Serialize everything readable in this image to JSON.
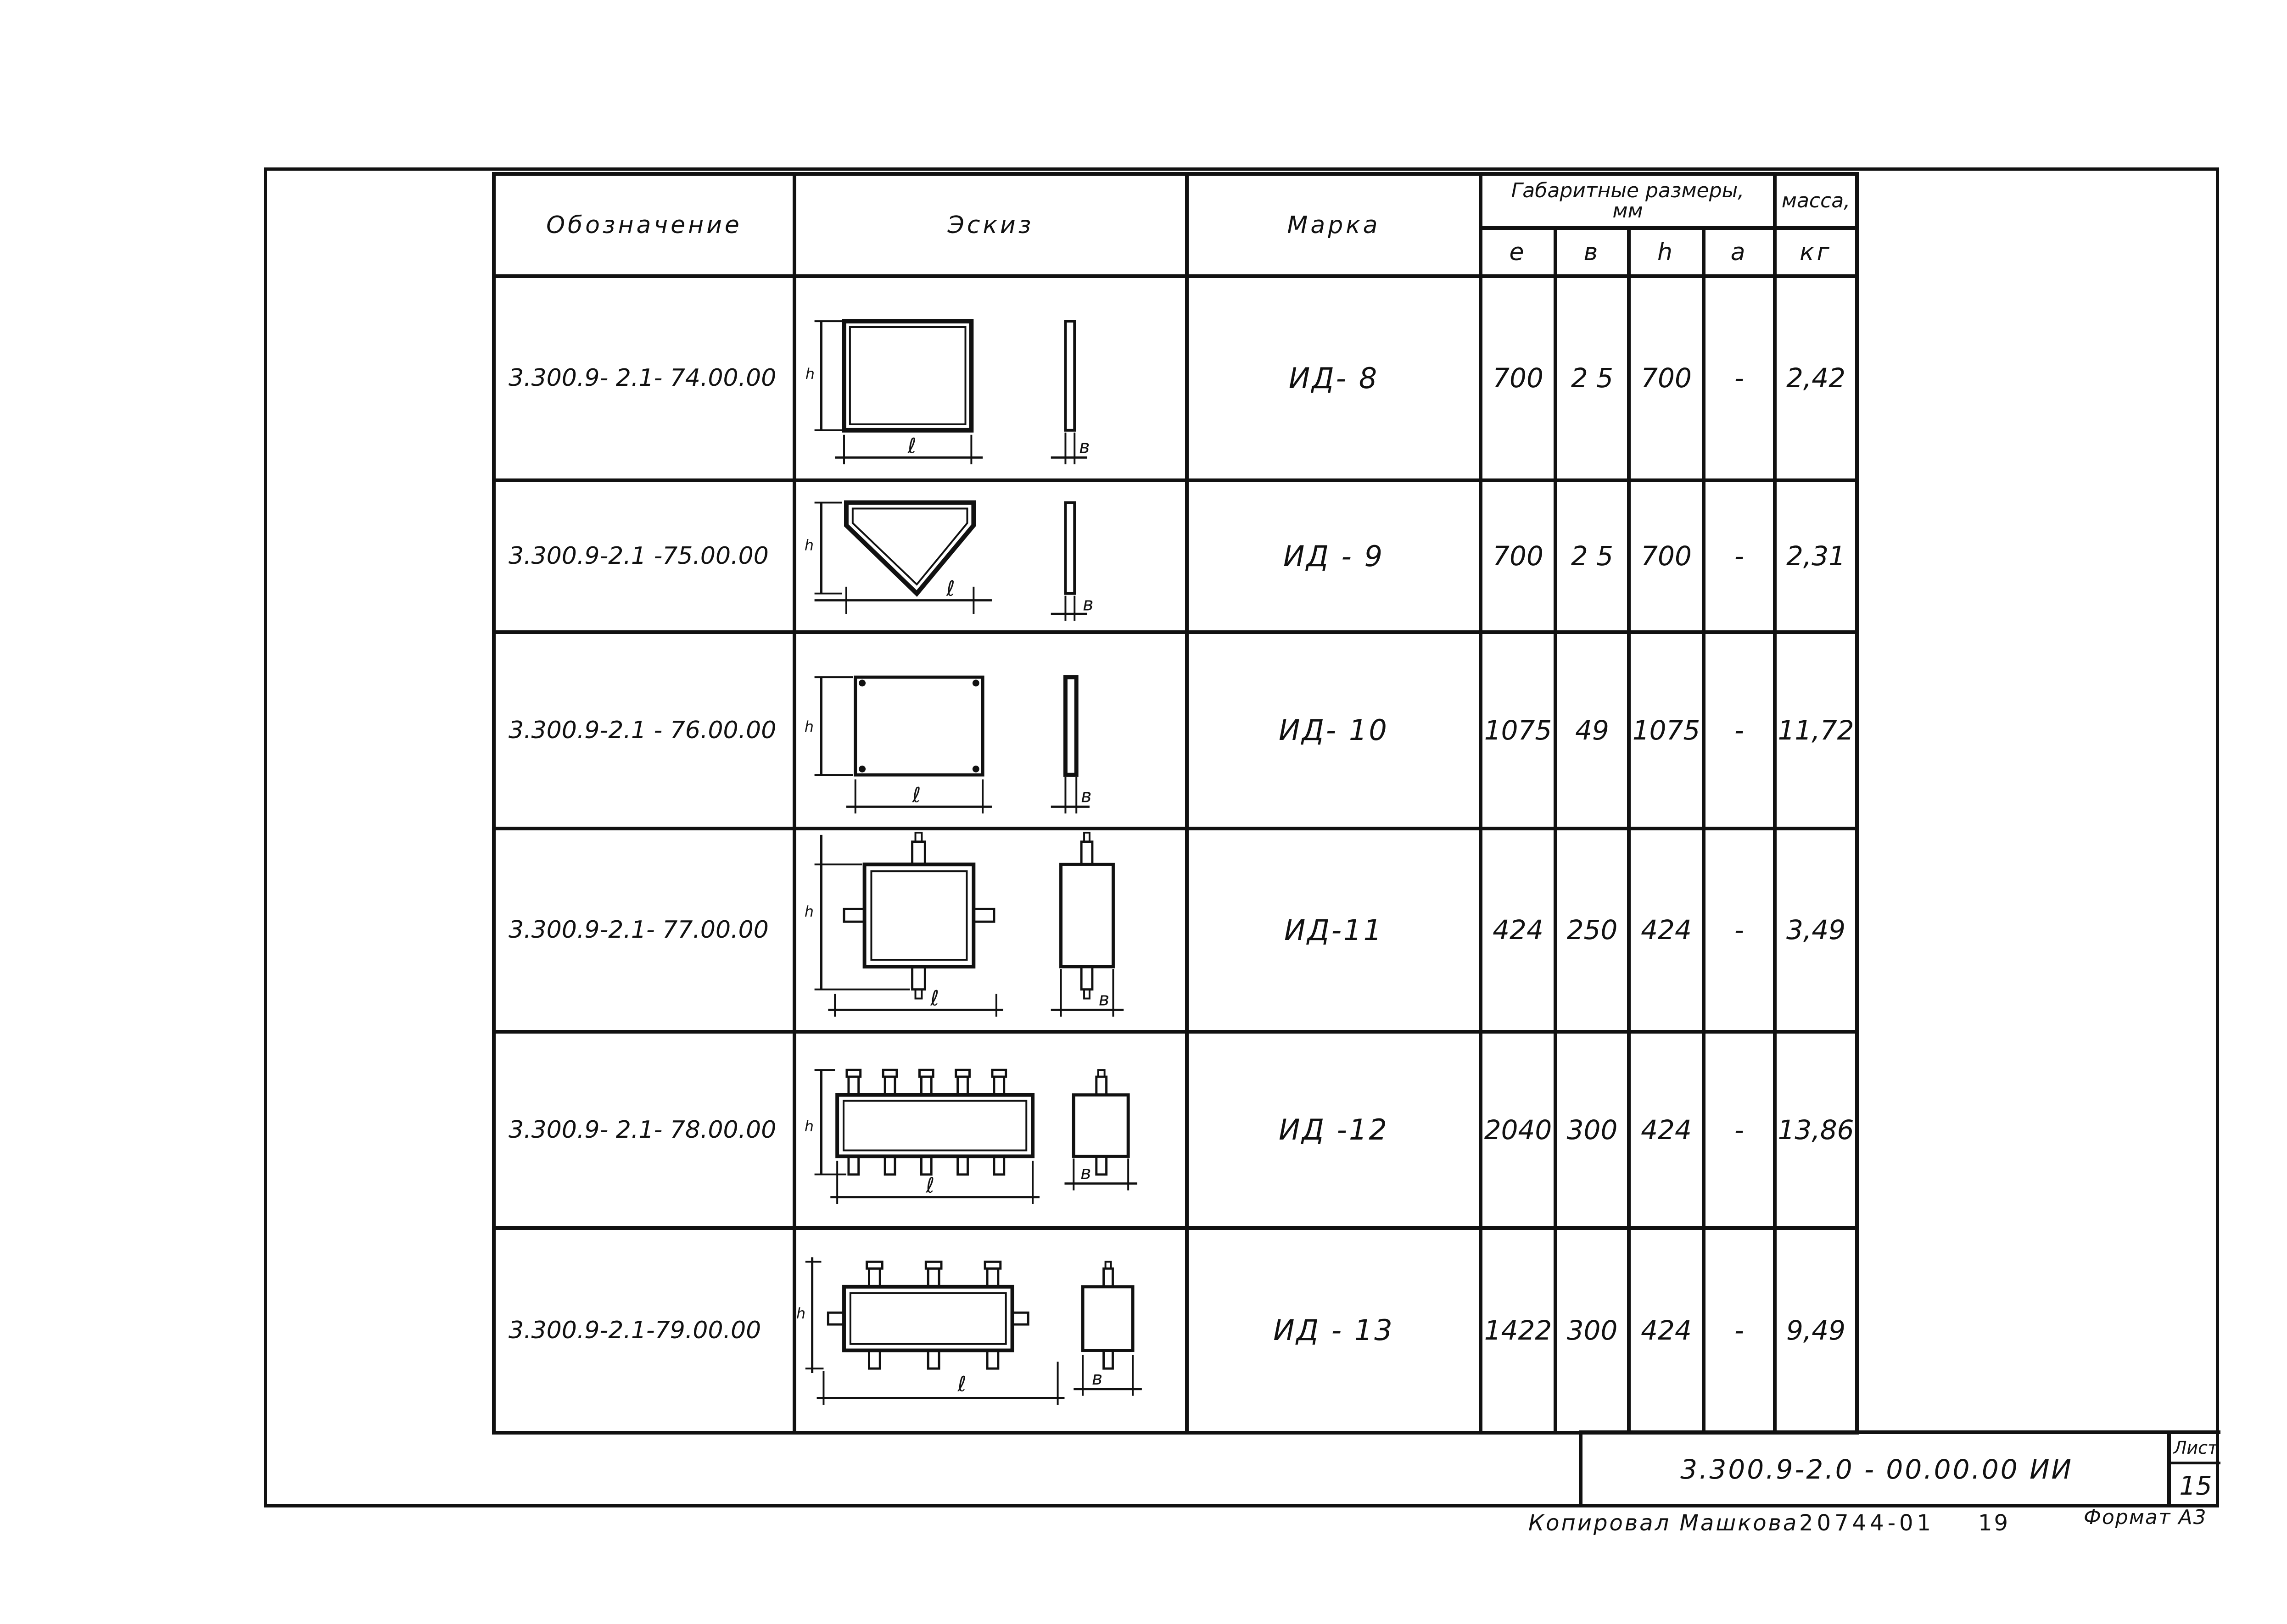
{
  "table": {
    "headers": {
      "designation": "Обозначение",
      "sketch": "Эскиз",
      "mark": "Марка",
      "dimensions_group": "Габаритные размеры, мм",
      "mass_group": "масса,",
      "dim_l": "е",
      "dim_b": "в",
      "dim_h": "h",
      "dim_a": "а",
      "mass_unit": "кг"
    },
    "rows": [
      {
        "designation": "3.300.9- 2.1- 74.00.00",
        "mark": "ИД- 8",
        "l": "700",
        "b": "2 5",
        "h": "700",
        "a": "-",
        "mass": "2,42"
      },
      {
        "designation": "3.300.9-2.1 -75.00.00",
        "mark": "ИД - 9",
        "l": "700",
        "b": "2 5",
        "h": "700",
        "a": "-",
        "mass": "2,31"
      },
      {
        "designation": "3.300.9-2.1 - 76.00.00",
        "mark": "ИД- 10",
        "l": "1075",
        "b": "49",
        "h": "1075",
        "a": "-",
        "mass": "11,72"
      },
      {
        "designation": "3.300.9-2.1- 77.00.00",
        "mark": "ИД-11",
        "l": "424",
        "b": "250",
        "h": "424",
        "a": "-",
        "mass": "3,49"
      },
      {
        "designation": "3.300.9- 2.1- 78.00.00",
        "mark": "ИД -12",
        "l": "2040",
        "b": "300",
        "h": "424",
        "a": "-",
        "mass": "13,86"
      },
      {
        "designation": "3.300.9-2.1-79.00.00",
        "mark": "ИД - 13",
        "l": "1422",
        "b": "300",
        "h": "424",
        "a": "-",
        "mass": "9,49"
      }
    ],
    "sketch_labels": {
      "l": "ℓ",
      "b": "в",
      "h": "h"
    }
  },
  "stamp": {
    "document_code": "3.300.9-2.0 - 00.00.00 ИИ",
    "sheet_label": "Лист",
    "sheet_number": "15"
  },
  "footer": {
    "copied_by": "Копировал Машкова",
    "order_number": "20744-01",
    "page": "19",
    "format": "Формат А3"
  }
}
